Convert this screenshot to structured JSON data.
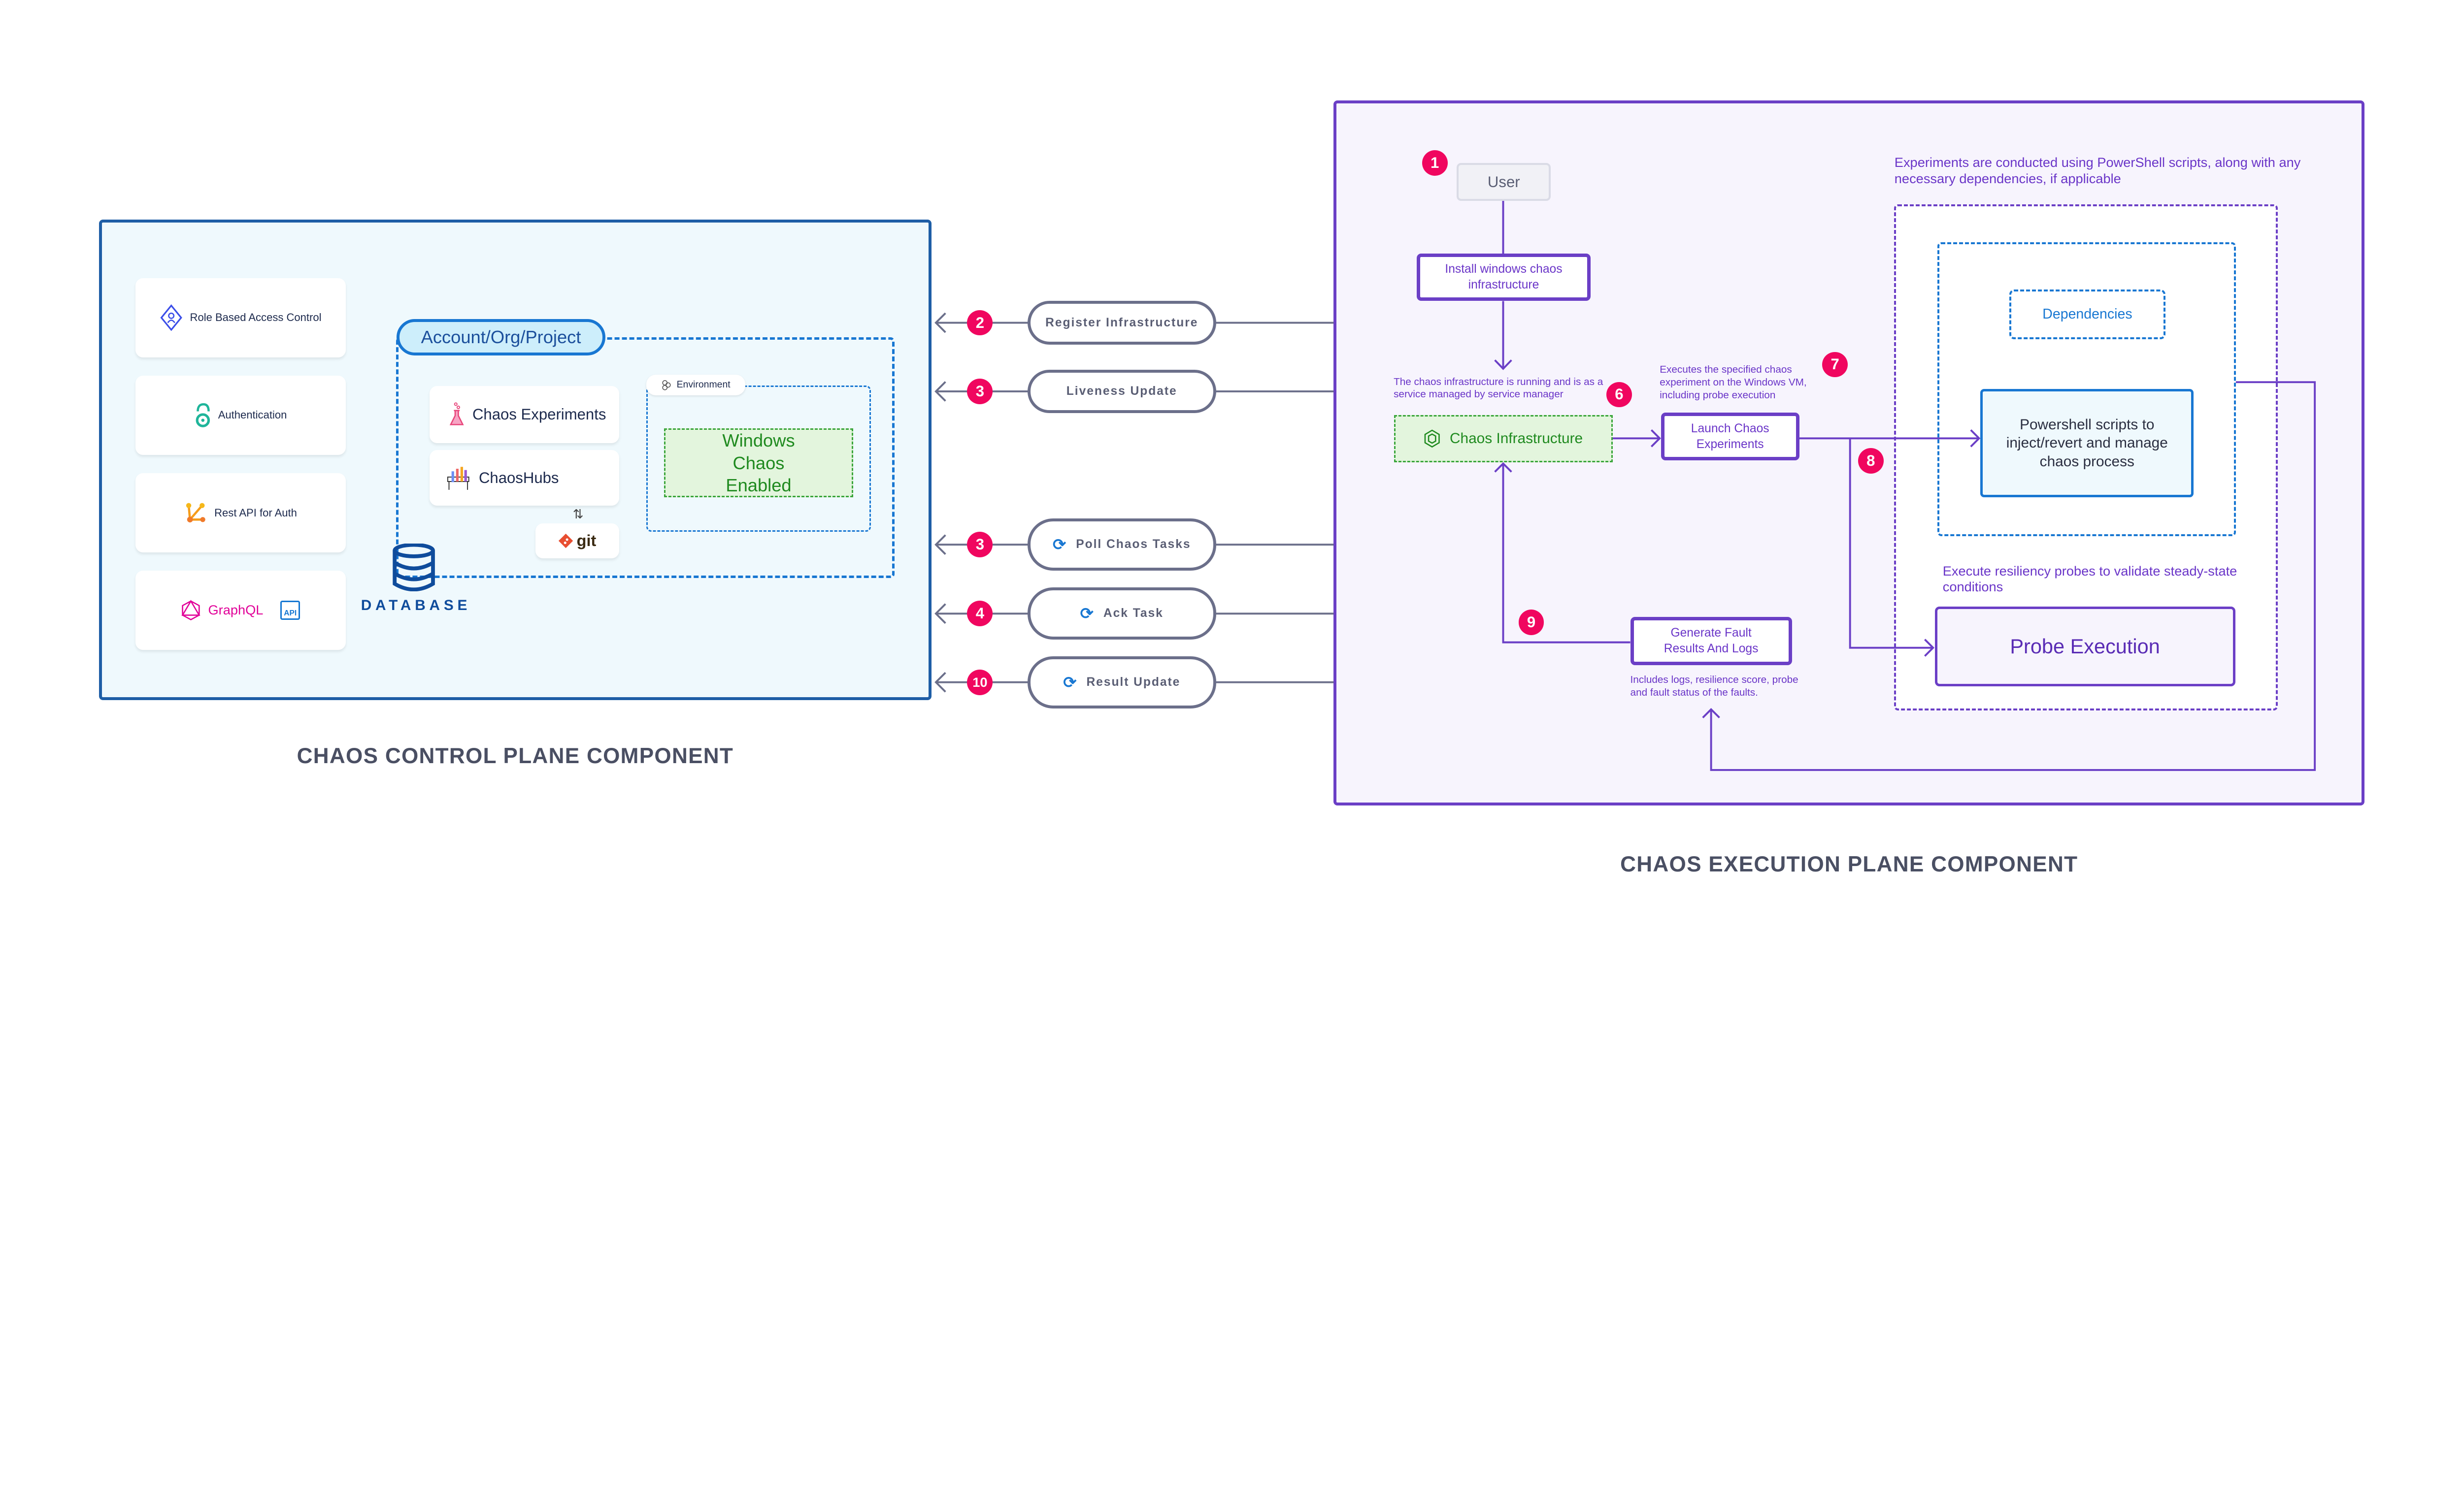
{
  "control_plane": {
    "title": "CHAOS CONTROL PLANE COMPONENT",
    "cards": [
      {
        "label": "Role Based Access Control",
        "icon": "rbac-icon"
      },
      {
        "label": "Authentication",
        "icon": "openid-icon"
      },
      {
        "label": "Rest API for Auth",
        "icon": "rest-api-icon"
      },
      {
        "label": "GraphQL",
        "icon": "graphql-icon",
        "extra": "API"
      }
    ],
    "account_label": "Account/Org/Project",
    "chaos_experiments": "Chaos Experiments",
    "chaoshubs": "ChaosHubs",
    "git": "git",
    "environment_label": "Environment",
    "windows_chaos": "Windows Chaos Enabled",
    "database_label": "DATABASE"
  },
  "messages": [
    {
      "step": "2",
      "label": "Register Infrastructure",
      "icon": ""
    },
    {
      "step": "3",
      "label": "Liveness Update",
      "icon": ""
    },
    {
      "step": "3",
      "label": "Poll Chaos Tasks",
      "icon": "sync-icon"
    },
    {
      "step": "4",
      "label": "Ack Task",
      "icon": "sync-icon"
    },
    {
      "step": "10",
      "label": "Result Update",
      "icon": "sync-icon"
    }
  ],
  "execution_plane": {
    "title": "CHAOS EXECUTION PLANE COMPONENT",
    "user": "User",
    "install": "Install windows chaos infrastructure",
    "infra_note": "The chaos infrastructure is running and is as a service managed by service manager",
    "chaos_infra": "Chaos Infrastructure",
    "launch": "Launch Chaos Experiments",
    "launch_note": "Executes the specified chaos experiment on the Windows VM, including probe execution",
    "powershell_note": "Experiments are conducted using PowerShell scripts, along with any necessary dependencies, if applicable",
    "dependencies": "Dependencies",
    "powershell": "Powershell scripts to inject/revert and manage chaos process",
    "probe_note": "Execute resiliency probes to validate steady-state conditions",
    "probe": "Probe Execution",
    "generate": "Generate Fault Results And Logs",
    "generate_note": "Includes logs, resilience score, probe and fault status of the faults.",
    "steps": {
      "user": "1",
      "infra": "6",
      "launch": "7",
      "branch": "8",
      "results": "9"
    }
  },
  "colors": {
    "badge": "#f0065f",
    "purple": "#6b3fc6",
    "blue": "#1e5ea6",
    "green": "#1f8a1f",
    "grey": "#6b6f8a"
  }
}
